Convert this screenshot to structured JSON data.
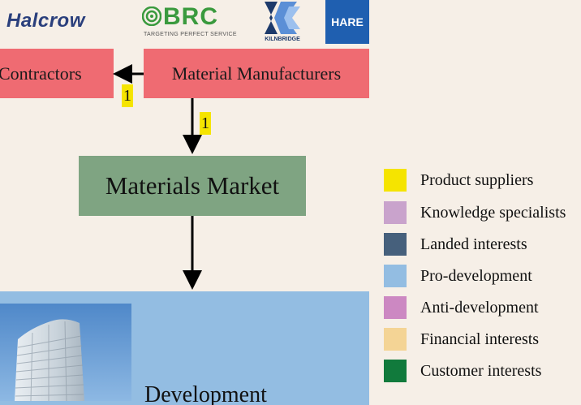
{
  "logos": {
    "halcrow": "Halcrow",
    "brc": {
      "name": "BRC",
      "tagline": "TARGETING PERFECT SERVICE"
    },
    "kilnbridge": "KILNBRIDGE",
    "hare": "HARE"
  },
  "nodes": {
    "contractors": "Contractors",
    "material_manufacturers": "Material Manufacturers",
    "materials_market": "Materials Market",
    "development": "Development"
  },
  "edges": [
    {
      "from": "material_manufacturers",
      "to": "contractors",
      "label": "1"
    },
    {
      "from": "material_manufacturers",
      "to": "materials_market",
      "label": "1"
    },
    {
      "from": "materials_market",
      "to": "development",
      "label": ""
    }
  ],
  "legend": [
    {
      "label": "Product suppliers",
      "color": "#f5e400"
    },
    {
      "label": "Knowledge specialists",
      "color": "#c9a3cc"
    },
    {
      "label": "Landed interests",
      "color": "#46607c"
    },
    {
      "label": "Pro-development",
      "color": "#93bde2"
    },
    {
      "label": "Anti-development",
      "color": "#cc88c2"
    },
    {
      "label": "Financial interests",
      "color": "#f4d495"
    },
    {
      "label": "Customer interests",
      "color": "#117a3c"
    }
  ],
  "colors": {
    "background": "#f6efe7",
    "contractor_box": "#ef6b72",
    "market_box": "#7fa482",
    "development_box": "#93bde2",
    "edge_label_bg": "#f5e400"
  }
}
